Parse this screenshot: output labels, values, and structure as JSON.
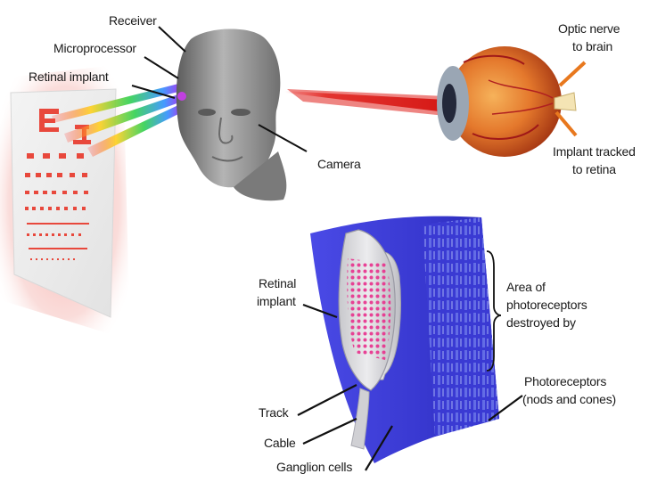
{
  "head_labels": {
    "receiver": "Receiver",
    "microprocessor": "Microprocessor",
    "retinal_implant": "Retinal implant",
    "camera": "Camera"
  },
  "eye_labels": {
    "optic_nerve_l1": "Optic nerve",
    "optic_nerve_l2": "to brain",
    "implant_tracked_l1": "Implant tracked",
    "implant_tracked_l2": "to retina"
  },
  "retina_labels": {
    "retinal_implant_l1": "Retinal",
    "retinal_implant_l2": "implant",
    "area_l1": "Area of",
    "area_l2": "photoreceptors",
    "area_l3": "destroyed by",
    "photoreceptors_l1": "Photoreceptors",
    "photoreceptors_l2": "(nods and cones)",
    "track": "Track",
    "cable": "Cable",
    "ganglion": "Ganglion cells"
  },
  "colors": {
    "chart_red": "#e8483c",
    "beam_red": "#e0201c",
    "retina_blue": "#3a3ad8",
    "implant_pink": "#e8308c",
    "head_gray": "#8a8a8a"
  }
}
